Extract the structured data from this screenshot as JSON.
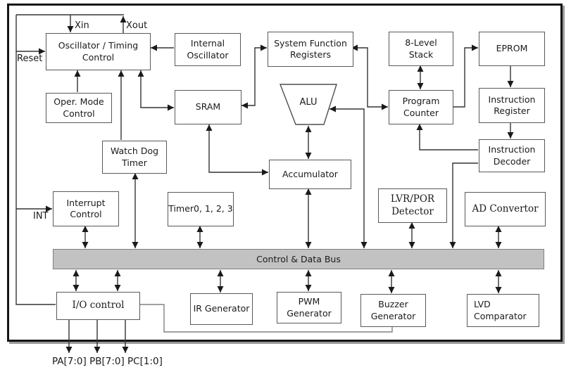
{
  "diagram": {
    "blocks": {
      "oscillator": "Oscillator / Timing\nControl",
      "internal_osc": "Internal\nOscillator",
      "sfr": "System Function\nRegisters",
      "stack": "8-Level\nStack",
      "eprom": "EPROM",
      "oper_mode": "Oper. Mode\nControl",
      "sram": "SRAM",
      "alu": "ALU",
      "program_counter": "Program\nCounter",
      "instr_register": "Instruction\nRegister",
      "watchdog": "Watch Dog\nTimer",
      "accumulator": "Accumulator",
      "instr_decoder": "Instruction\nDecoder",
      "interrupt": "Interrupt\nControl",
      "timers": "Timer0, 1, 2, 3",
      "lvr_por": "LVR/POR\nDetector",
      "ad_conv": "AD Convertor",
      "io_control": "I/O control",
      "ir_gen": "IR Generator",
      "pwm_gen": "PWM\nGenerator",
      "buzzer_gen": "Buzzer\nGenerator",
      "lvd_comp": "LVD\nComparator"
    },
    "bus_label": "Control & Data Bus",
    "pins": {
      "xin": "Xin",
      "xout": "Xout",
      "reset": "Reset",
      "int": "INT",
      "ports": "PA[7:0] PB[7:0] PC[1:0]"
    },
    "colors": {
      "line": "#333333",
      "box_border": "#595959",
      "bus_fill": "#c2c2c2",
      "bus_border": "#7f7f7f",
      "background": "#ffffff"
    }
  }
}
